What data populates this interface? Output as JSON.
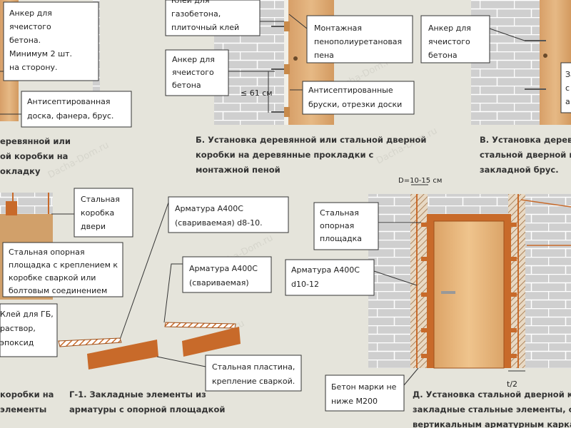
{
  "colors": {
    "background": "#e5e4db",
    "brick": "#cfcfcf",
    "brick_grid": "#ffffff",
    "wood": "#d9a873",
    "steel": "#c86a2a",
    "door": "#e2b070"
  },
  "watermark": "Dacha-Dom.ru",
  "callouts": {
    "a_anchor": [
      "Анкер для",
      "ячеистого",
      "бетона.",
      "Минимум 2 шт.",
      "на сторону."
    ],
    "a_board": [
      "Антисептированная",
      "доска, фанера, брус."
    ],
    "b_glue": [
      "Клей для",
      "газобетона,",
      "плиточный клей"
    ],
    "b_foam": [
      "Монтажная",
      "пенополиуретановая",
      "пена"
    ],
    "b_anchor": [
      "Анкер для",
      "ячеистого",
      "бетона"
    ],
    "b_spacing": "≤ 61 см",
    "b_bars": [
      "Антисептированные",
      "бруски, отрезки доски"
    ],
    "v_anchor": [
      "Анкер для",
      "ячеистого",
      "бетона"
    ],
    "v_right": [
      "За",
      "с",
      "а"
    ],
    "g_steelframe": [
      "Стальная",
      "коробка",
      "двери"
    ],
    "g_rebar1": [
      "Арматура А400С",
      "(свариваемая) d8-10."
    ],
    "g_platform": [
      "Стальная опорная",
      "площадка с креплением к",
      "коробке сваркой или",
      "болтовым соединением"
    ],
    "g_rebar2": [
      "Арматура А400С",
      "(свариваемая)"
    ],
    "g_glue": [
      "Клей для ГБ,",
      "раствор,",
      "эпоксид"
    ],
    "g_plate": [
      "Стальная пластина,",
      "крепление сваркой."
    ],
    "d_dim": "D=10-15 см",
    "d_platform": [
      "Стальная",
      "опорная",
      "площадка"
    ],
    "d_rebar": [
      "Арматура А400С",
      "d10-12"
    ],
    "d_concrete": [
      "Бетон марки не",
      "ниже М200"
    ],
    "d_half": "t/2"
  },
  "captions": {
    "a": [
      "еревянной или",
      "ой коробки на",
      "окладку"
    ],
    "b": [
      "Б. Установка деревянной или стальной дверной",
      "коробки на деревянные прокладки с",
      "монтажной пеной"
    ],
    "v": [
      "В. Установка дерев",
      "стальной дверной к",
      "закладной брус."
    ],
    "g_left": [
      "коробки на",
      "элементы"
    ],
    "g1": [
      "Г-1. Закладные элементы из",
      "арматуры с опорной площадкой"
    ],
    "d": [
      "Д. Установка стальной дверной ко",
      "закладные стальные элементы, св",
      "вертикальным арматурным каркас"
    ]
  }
}
